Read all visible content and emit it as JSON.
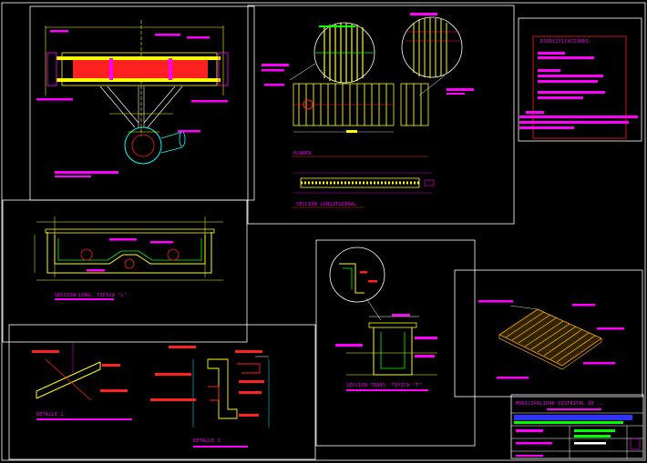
{
  "drawing": {
    "background": "#000000",
    "colors": {
      "frame": "#ffffff",
      "yellow": "#ffff00",
      "red": "#ff2020",
      "magenta": "#ff00ff",
      "cyan": "#00ffff",
      "green": "#00ff00",
      "blue": "#3333ff",
      "orange": "#ffa500"
    }
  },
  "labels": {
    "planta": "PLANTA",
    "seccion_longitudinal": "SECCION LONGITUDINAL",
    "especificaciones": "ESPECIFICACIONES:",
    "seccion_long_tipica": "SECCION LONG. TIPICA \"L\"",
    "seccion_trans_tipica": "SECCION TRANS. TIPICA \"T\"",
    "detalle_2": "DETALLE 2",
    "detalle_1": "DETALLE 1",
    "title_block_heading": "MUNICIPALIDAD DISTRITAL DE ..."
  }
}
